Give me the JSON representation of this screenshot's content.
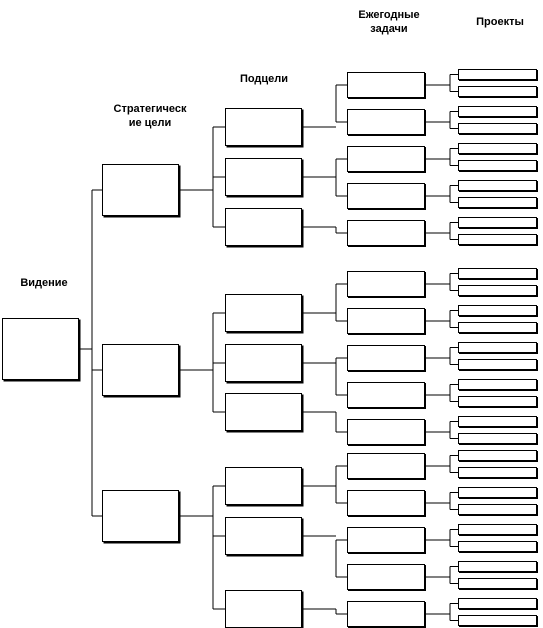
{
  "headers": {
    "vision": "Видение",
    "strategic_line1": "Стратегическ",
    "strategic_line2": "ие цели",
    "subgoals": "Подцели",
    "annual_line1": "Ежегодные",
    "annual_line2": "задачи",
    "projects": "Проекты"
  },
  "tree": {
    "strategic_goals": [
      {
        "subgoals": [
          {
            "annual_tasks": 2
          },
          {
            "annual_tasks": 2
          },
          {
            "annual_tasks": 1
          }
        ]
      },
      {
        "subgoals": [
          {
            "annual_tasks": 2
          },
          {
            "annual_tasks": 2
          },
          {
            "annual_tasks": 1
          }
        ]
      },
      {
        "subgoals": [
          {
            "annual_tasks": 2
          },
          {
            "annual_tasks": 2
          },
          {
            "annual_tasks": 1
          }
        ]
      }
    ],
    "projects_per_task": 2
  },
  "colors": {
    "line": "#000000",
    "box_border": "#000000",
    "background": "#ffffff"
  }
}
